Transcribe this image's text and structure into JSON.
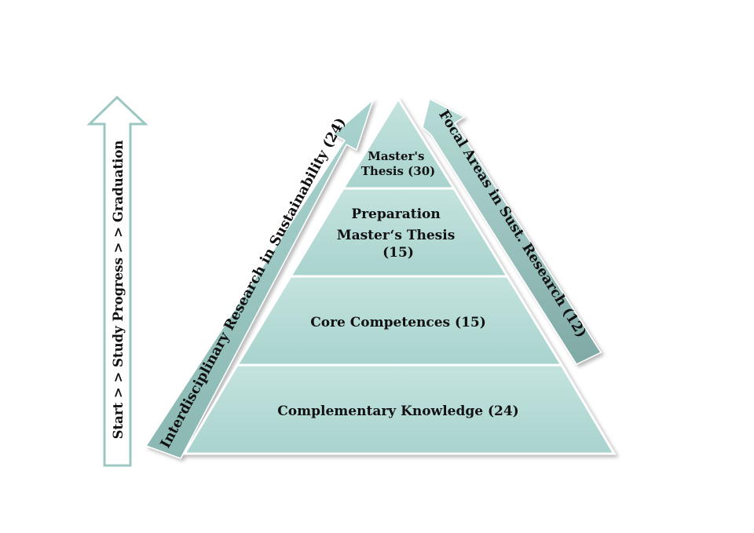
{
  "timeline_arrow": {
    "label": "Start > > Study Progress > > Graduation"
  },
  "left_arrow": {
    "label": "Interdisciplinary Research in Sustainability (24)"
  },
  "right_arrow": {
    "label": "Focal Areas in Sust. Research (12)"
  },
  "pyramid": {
    "levels": [
      {
        "lines": [
          "Master's",
          "Thesis (30)"
        ]
      },
      {
        "lines": [
          "Preparation",
          "Master‘s Thesis",
          "(15)"
        ]
      },
      {
        "lines": [
          "Core Competences (15)"
        ]
      },
      {
        "lines": [
          "Complementary Knowledge (24)"
        ]
      }
    ]
  },
  "colors": {
    "level_fill": "#b7dcd8",
    "level_stroke": "#ffffff",
    "arrow_fill": "#8fbab6",
    "arrow_fill_light": "#c3e1dd",
    "outline_arrow_stroke": "#9cc8c3",
    "text": "#111111"
  }
}
